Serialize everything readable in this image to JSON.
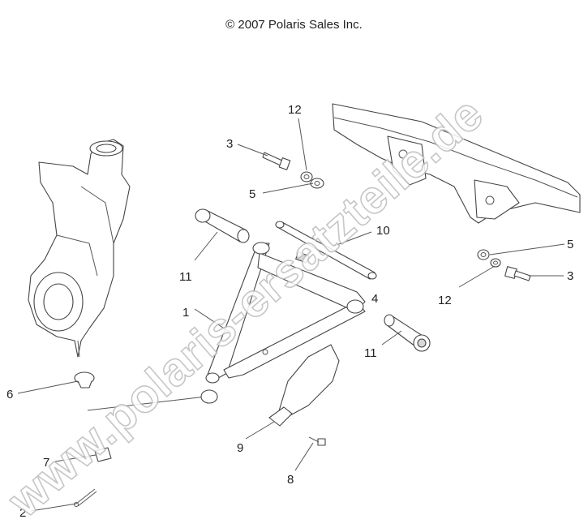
{
  "copyright": "© 2007 Polaris Sales Inc.",
  "watermark": "www.polaris-ersatzteile.de",
  "callouts": {
    "c1": "1",
    "c2": "2",
    "c3a": "3",
    "c3b": "3",
    "c4": "4",
    "c5a": "5",
    "c5b": "5",
    "c6": "6",
    "c7": "7",
    "c8": "8",
    "c9": "9",
    "c10": "10",
    "c11a": "11",
    "c11b": "11",
    "c12a": "12",
    "c12b": "12"
  },
  "colors": {
    "line": "#444444",
    "text": "#222222",
    "watermark_outline": "#bdbdbd"
  }
}
